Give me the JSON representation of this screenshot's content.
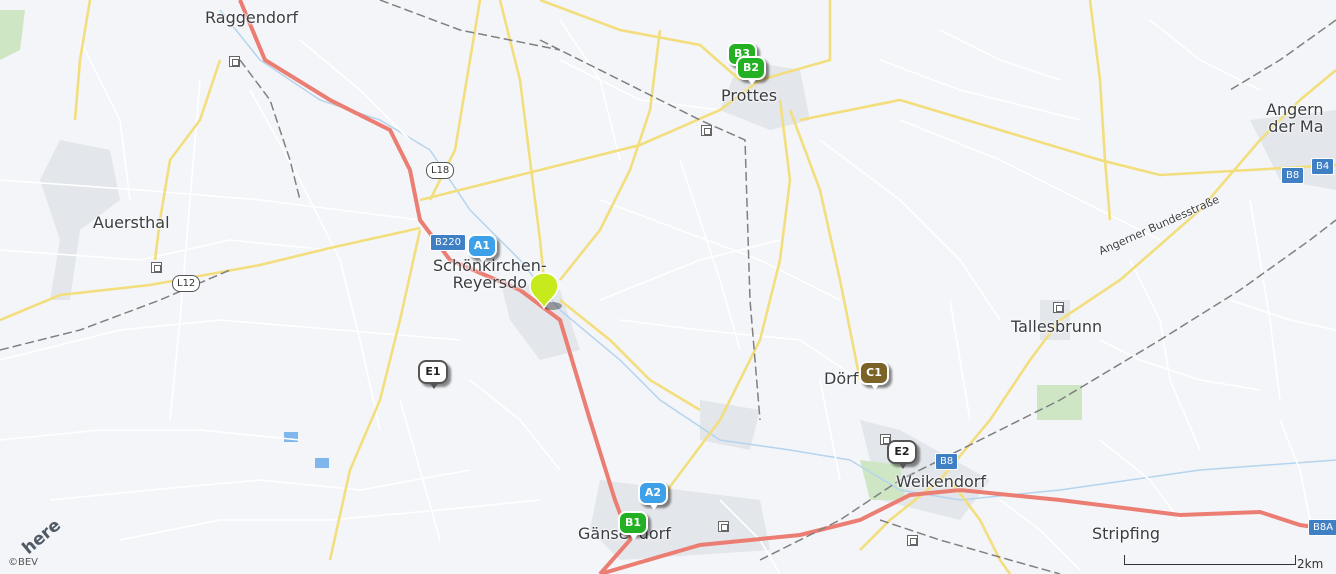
{
  "map": {
    "colors": {
      "land": "#f3f5f8",
      "minor_road": "#ffffff",
      "main_road": "#f3de7e",
      "highway": "#eb7d72",
      "railway": "#808080",
      "river": "#b5d4ee",
      "water": "#7fb7ec",
      "park": "#cfe6c5",
      "built_up": "#e3e6ea"
    },
    "places": [
      {
        "name": "Raggendorf"
      },
      {
        "name": "Prottes"
      },
      {
        "name": "Angern\nder Ma"
      },
      {
        "name": "Auersthal"
      },
      {
        "name": "Schönkirchen-\nReyersdo"
      },
      {
        "name": "Tallesbrunn"
      },
      {
        "name": "Dörf"
      },
      {
        "name": "Weikendorf"
      },
      {
        "name": "Gänse  dorf"
      },
      {
        "name": "Stripfing"
      }
    ],
    "road_labels": [
      {
        "text": "L18",
        "kind": "local"
      },
      {
        "text": "L12",
        "kind": "local"
      },
      {
        "text": "B220",
        "kind": "federal"
      },
      {
        "text": "B8",
        "kind": "federal"
      },
      {
        "text": "B8",
        "kind": "federal"
      },
      {
        "text": "B4",
        "kind": "federal"
      },
      {
        "text": "B8A",
        "kind": "federal"
      }
    ],
    "street_name": "Angerner Bundesstraße",
    "markers": [
      {
        "label": "B3",
        "color": "green"
      },
      {
        "label": "B2",
        "color": "green"
      },
      {
        "label": "A1",
        "color": "blue"
      },
      {
        "label": "A2",
        "color": "blue"
      },
      {
        "label": "B1",
        "color": "green"
      },
      {
        "label": "C1",
        "color": "brown"
      },
      {
        "label": "E1",
        "color": "white"
      },
      {
        "label": "E2",
        "color": "white"
      }
    ],
    "location_pin": {
      "color": "#c6ea1c",
      "name": "location-pin"
    },
    "scale": {
      "label": "2km"
    },
    "copyright": "©BEV",
    "logo": "here"
  }
}
